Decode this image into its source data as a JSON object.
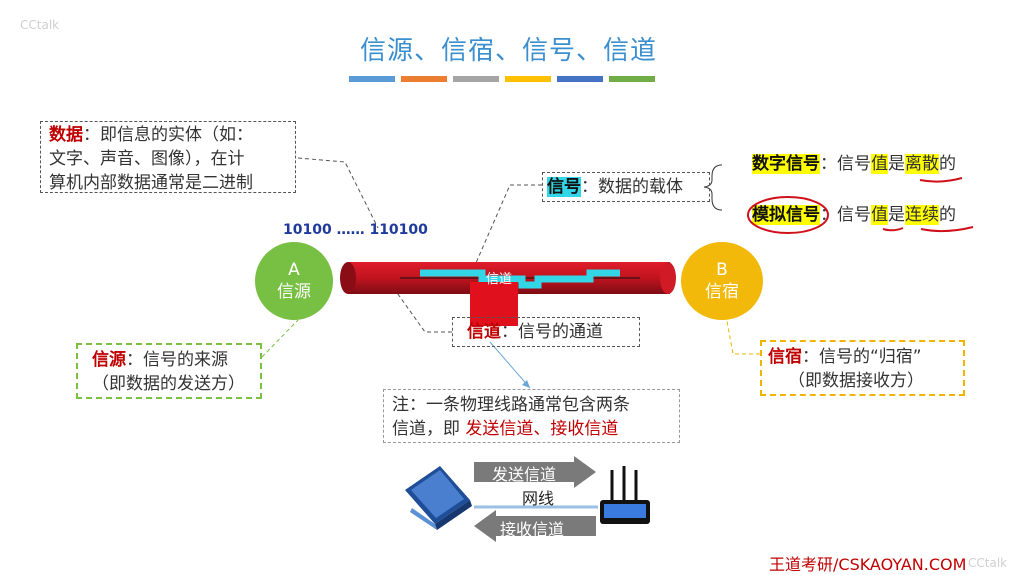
{
  "title": "信源、信宿、信号、信道",
  "title_bar_colors": [
    "#5b9bd5",
    "#ed7d31",
    "#a5a5a5",
    "#ffc000",
    "#4472c4",
    "#70ad47"
  ],
  "watermark_top": "CCtalk",
  "watermark_bottom": "CCtalk",
  "data_box": {
    "term": "数据",
    "colon": "：",
    "line1": "即信息的实体（如：",
    "line2": "文字、声音、图像），在计",
    "line3": "算机内部数据通常是二进制"
  },
  "bits": "10100 …… 110100",
  "signal_box": {
    "term": "信号",
    "desc": "：数据的载体"
  },
  "digital": {
    "term": "数字信号",
    "p1": "：信号",
    "zhi": "值",
    "shi": "是",
    "kind": "离散",
    "de": "的"
  },
  "analog": {
    "term": "模拟信号",
    "p1": "：信号",
    "zhi": "值",
    "shi": "是",
    "kind": "连续",
    "de": "的"
  },
  "node_a": {
    "letter": "A",
    "label": "信源"
  },
  "node_b": {
    "letter": "B",
    "label": "信宿"
  },
  "channel_label": "信道",
  "channel_box": {
    "term": "信道",
    "desc": "：信号的通道"
  },
  "source_box": {
    "term": "信源",
    "desc": "：信号的来源",
    "line2": "（即数据的发送方）"
  },
  "sink_box": {
    "term": "信宿",
    "desc": "：信号的“归宿”",
    "line2": "（即数据接收方）"
  },
  "note": {
    "line1": "注：一条物理线路通常包含两条",
    "line2_a": "信道，即 ",
    "line2_b": "发送信道、接收信道"
  },
  "send_channel": "发送信道",
  "cable": "网线",
  "recv_channel": "接收信道",
  "footer": "王道考研/CSKAOYAN.COM"
}
